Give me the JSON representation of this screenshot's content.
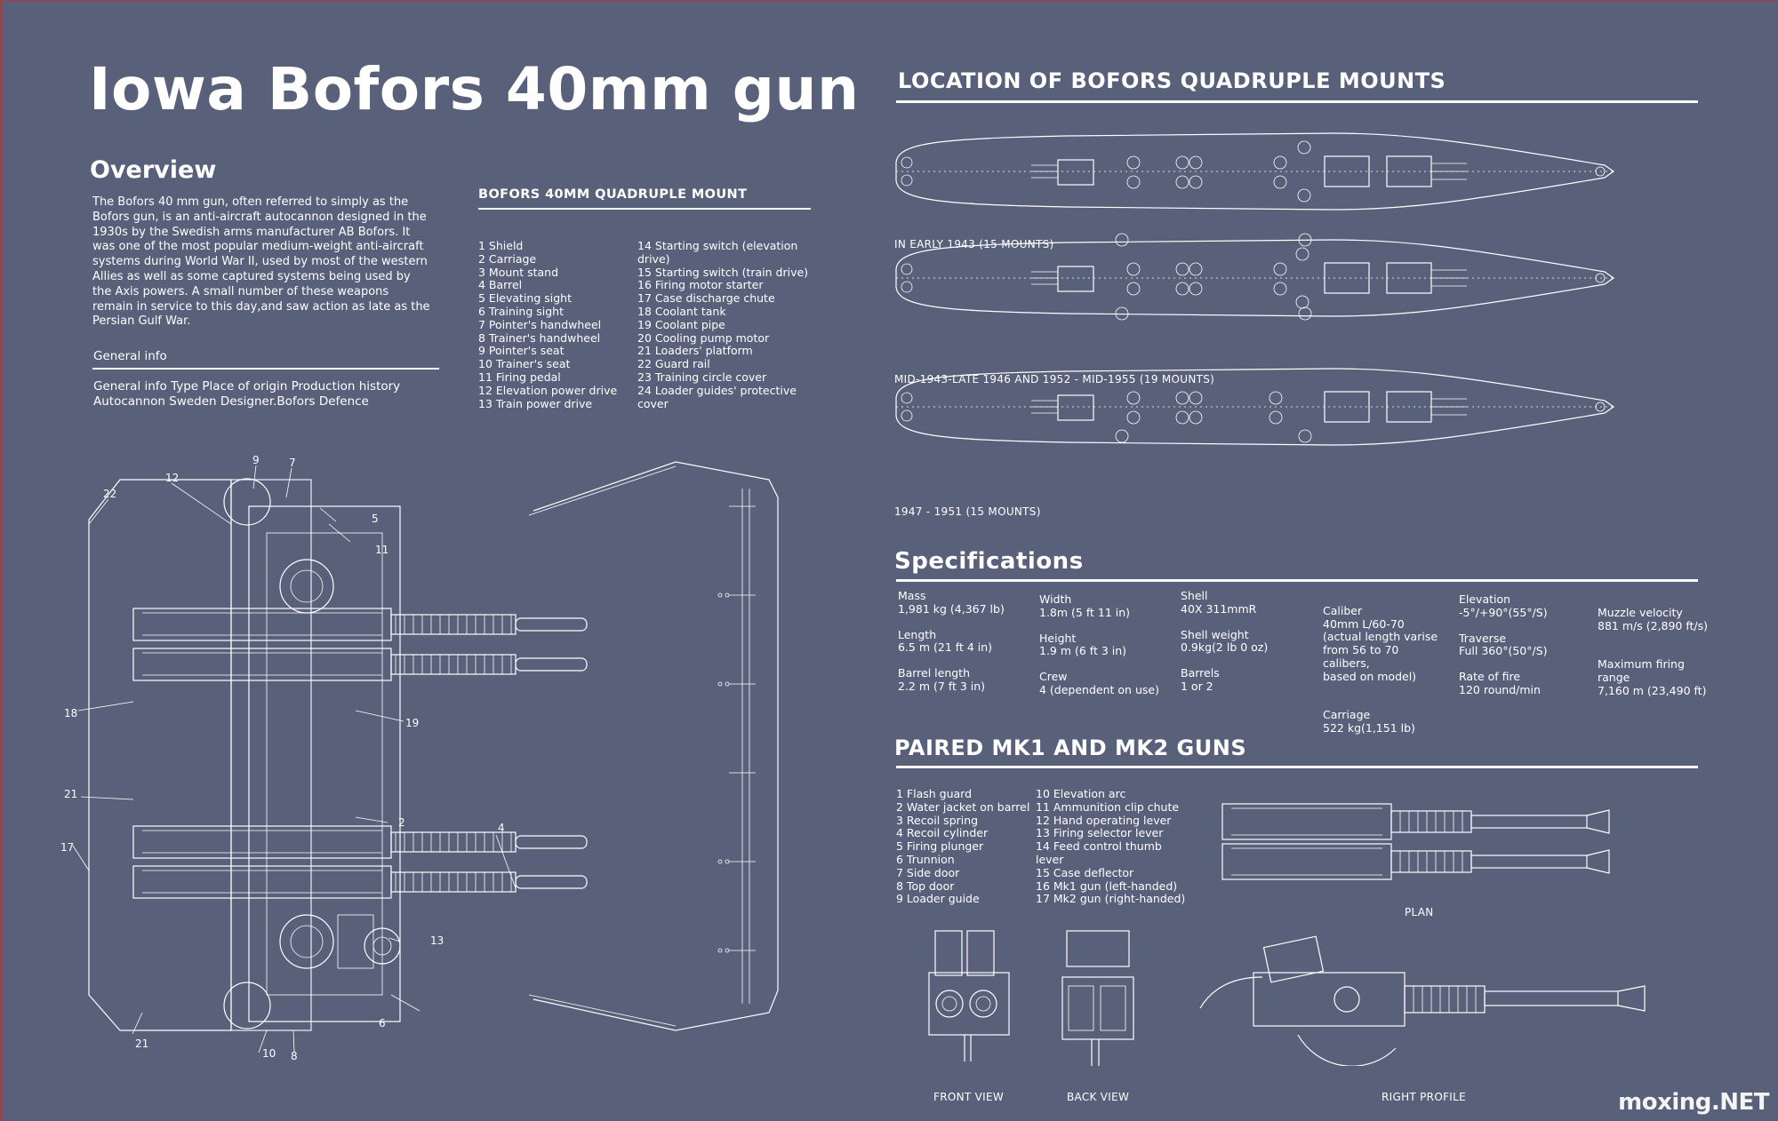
{
  "title": "Iowa Bofors 40mm gun",
  "overview": {
    "heading": "Overview",
    "text": "The Bofors 40 mm gun, often referred to simply as the Bofors gun, is an anti-aircraft  autocannon designed in the 1930s by the Swedish arms manufacturer AB Bofors. It  was one of the most popular medium-weight anti-aircraft systems during World War II, used by most of the western Allies as well as some captured systems being used by the Axis powers. A small number of these weapons remain in service to this day,and saw action as late as the Persian Gulf War."
  },
  "general_info": {
    "heading": "General info",
    "row1": "General info   Type   Place of origin   Production history",
    "row2": "Autocannon    Sweden     Designer.Bofors Defence"
  },
  "mount": {
    "heading": "BOFORS 40MM QUADRUPLE MOUNT",
    "parts_left": [
      "1 Shield",
      "2 Carriage",
      "3 Mount stand",
      "4 Barrel",
      "5 Elevating sight",
      "6 Training sight",
      "7 Pointer's handwheel",
      "8 Trainer's handwheel",
      "9 Pointer's seat",
      "10 Trainer's seat",
      "11 Firing pedal",
      "12 Elevation power drive",
      "13 Train power drive"
    ],
    "parts_right": [
      "14 Starting switch (elevation",
      "drive)",
      "15 Starting switch (train drive)",
      "16 Firing motor starter",
      "17 Case discharge chute",
      "18 Coolant tank",
      "19 Coolant pipe",
      "20 Cooling pump motor",
      "21 Loaders' platform",
      "22 Guard rail",
      "23 Training circle cover",
      "24 Loader guides' protective",
      "cover"
    ],
    "callouts": [
      "22",
      "12",
      "9",
      "7",
      "5",
      "11",
      "18",
      "19",
      "21",
      "2",
      "17",
      "4",
      "13",
      "6",
      "21",
      "10",
      "8"
    ]
  },
  "location": {
    "heading": "LOCATION OF BOFORS QUADRUPLE MOUNTS",
    "captions": [
      "IN EARLY 1943 (15 MOUNTS)",
      "MID-1943-LATE 1946 AND 1952 - MID-1955 (19 MOUNTS)",
      "1947 - 1951 (15 MOUNTS)"
    ]
  },
  "specs": {
    "heading": "Specifications",
    "columns": [
      [
        {
          "label": "Mass",
          "value": "1,981 kg (4,367 lb)"
        },
        {
          "label": "Length",
          "value": "6.5 m (21 ft  4 in)"
        },
        {
          "label": "Barrel length",
          "value": "2.2 m (7 ft  3 in)"
        }
      ],
      [
        {
          "label": "Width",
          "value": "1.8m (5 ft  11 in)"
        },
        {
          "label": "Height",
          "value": "1.9 m (6 ft  3 in)"
        },
        {
          "label": "Crew",
          "value": "4 (dependent on use)"
        }
      ],
      [
        {
          "label": "Shell",
          "value": "40X 311mmR"
        },
        {
          "label": "Shell weight",
          "value": "0.9kg(2 lb  0 oz)"
        },
        {
          "label": "Barrels",
          "value": "1 or 2"
        }
      ],
      [
        {
          "label": "Caliber",
          "value": "40mm L/60-70\n(actual length varise\nfrom 56 to 70\ncalibers,\nbased on model)"
        },
        {
          "label": "Carriage",
          "value": "522 kg(1,151 lb)"
        }
      ],
      [
        {
          "label": "Elevation",
          "value": "-5°/+90°(55°/S)"
        },
        {
          "label": "Traverse",
          "value": "Full 360°(50°/S)"
        },
        {
          "label": "Rate of fire",
          "value": "120 round/min"
        }
      ],
      [
        {
          "label": "Muzzle velocity",
          "value": "881 m/s (2,890 ft/s)"
        },
        {
          "label": "Maximum firing\nrange",
          "value": "7,160 m (23,490 ft)"
        }
      ]
    ]
  },
  "paired": {
    "heading": "PAIRED MK1 AND MK2 GUNS",
    "parts_left": [
      "1 Flash guard",
      "2 Water jacket on barrel",
      "3 Recoil spring",
      "4 Recoil cylinder",
      "5 Firing plunger",
      "6 Trunnion",
      "7 Side door",
      "8 Top door",
      "9 Loader guide"
    ],
    "parts_right": [
      "10 Elevation arc",
      "11 Ammunition clip chute",
      "12 Hand operating lever",
      "13 Firing selector lever",
      "14 Feed control thumb",
      "lever",
      "15 Case deflector",
      "16 Mk1 gun (left-handed)",
      "17 Mk2 gun (right-handed)"
    ],
    "views": [
      "FRONT VIEW",
      "BACK VIEW",
      "PLAN",
      "RIGHT PROFILE"
    ]
  },
  "watermark": "moxing.NET"
}
